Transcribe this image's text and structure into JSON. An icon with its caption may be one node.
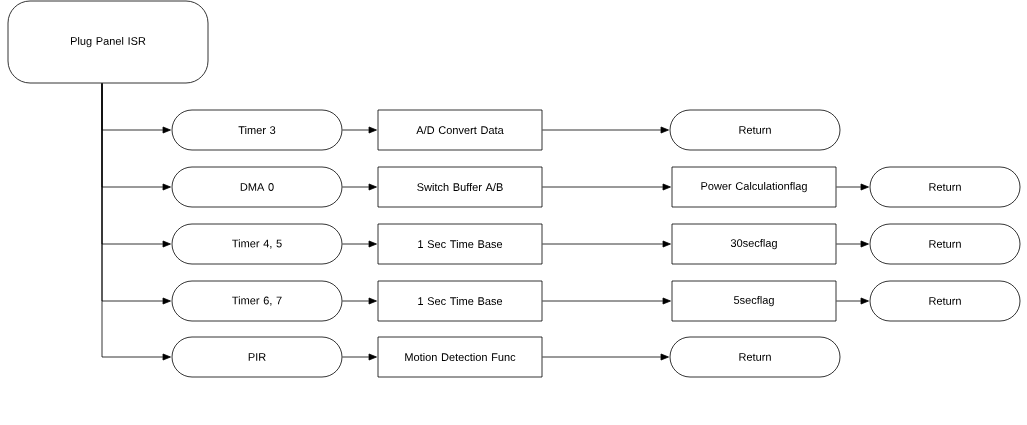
{
  "diagram": {
    "nodes": [
      {
        "text": [
          "Plug Panel ISR"
        ]
      },
      {
        "text": [
          "Timer 3"
        ]
      },
      {
        "text": [
          "A/D Convert Data"
        ]
      },
      {
        "text": [
          "Return"
        ]
      },
      {
        "text": [
          "DMA 0"
        ]
      },
      {
        "text": [
          "Switch Buffer A/B"
        ]
      },
      {
        "text": [
          "Power Calculationflag"
        ]
      },
      {
        "text": [
          "Return"
        ]
      },
      {
        "text": [
          "Timer 4, 5"
        ]
      },
      {
        "text": [
          "1 Sec Time Base"
        ]
      },
      {
        "text": [
          "30secflag"
        ]
      },
      {
        "text": [
          "Return"
        ]
      },
      {
        "text": [
          "Timer 6, 7"
        ]
      },
      {
        "text": [
          "1 Sec Time Base"
        ]
      },
      {
        "text": [
          "5secflag"
        ]
      },
      {
        "text": [
          "Return"
        ]
      },
      {
        "text": [
          "PIR"
        ]
      },
      {
        "text": [
          "Motion Detection Func"
        ]
      },
      {
        "text": [
          "Return"
        ]
      }
    ],
    "edges": [
      {
        "from": 0,
        "to": 1,
        "arrow": "to"
      },
      {
        "from": 1,
        "to": 2,
        "arrow": "to"
      },
      {
        "from": 2,
        "to": 3,
        "arrow": "to"
      },
      {
        "from": 0,
        "to": 4,
        "arrow": "to"
      },
      {
        "from": 4,
        "to": 5,
        "arrow": "to"
      },
      {
        "from": 5,
        "to": 6,
        "arrow": "to"
      },
      {
        "from": 6,
        "to": 7,
        "arrow": "to"
      },
      {
        "from": 0,
        "to": 8,
        "arrow": "to"
      },
      {
        "from": 8,
        "to": 9,
        "arrow": "to"
      },
      {
        "from": 9,
        "to": 10,
        "arrow": "to"
      },
      {
        "from": 10,
        "to": 11,
        "arrow": "to"
      },
      {
        "from": 0,
        "to": 12,
        "arrow": "to"
      },
      {
        "from": 12,
        "to": 13,
        "arrow": "to"
      },
      {
        "from": 13,
        "to": 14,
        "arrow": "to"
      },
      {
        "from": 14,
        "to": 15,
        "arrow": "to"
      },
      {
        "from": 0,
        "to": 16,
        "arrow": "to"
      },
      {
        "from": 16,
        "to": 17,
        "arrow": "to"
      },
      {
        "from": 17,
        "to": 18,
        "arrow": "to"
      }
    ]
  }
}
